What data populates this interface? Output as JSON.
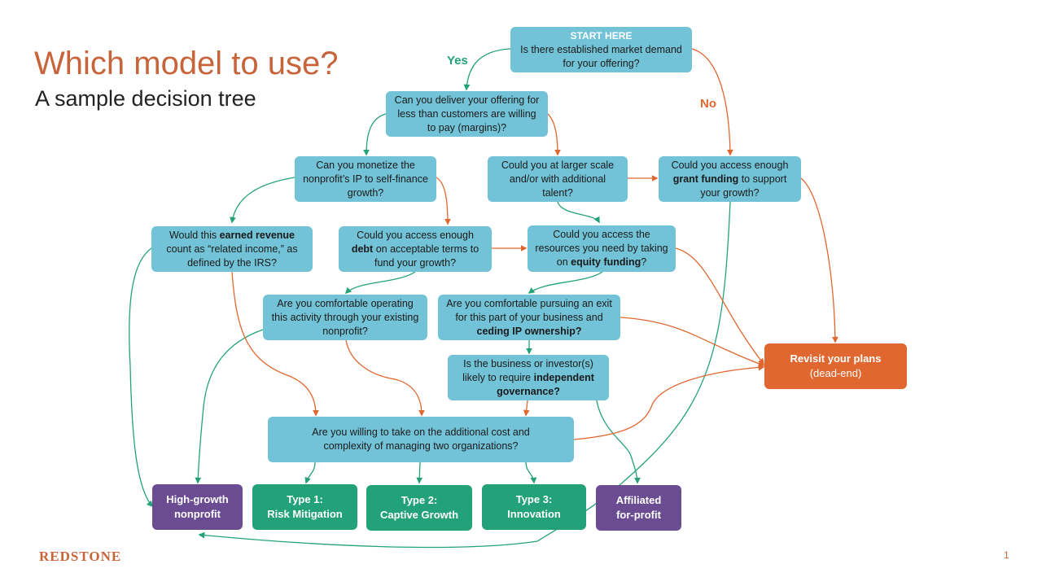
{
  "slide": {
    "title": "Which model to use?",
    "subtitle": "A sample decision tree",
    "brand": "REDSTONE",
    "page_number": "1"
  },
  "colors": {
    "title": "#c8643a",
    "question_box": "#72c3d7",
    "outcome_purple": "#6b4c93",
    "outcome_green": "#23a27a",
    "dead_end_orange": "#e0672f",
    "yes_arrow": "#23a27a",
    "no_arrow": "#e0672f"
  },
  "edge_labels": {
    "yes": "Yes",
    "no": "No"
  },
  "nodes": {
    "start": {
      "label": "START HERE",
      "text": "Is there established market demand for your offering?"
    },
    "margins": {
      "text": "Can you deliver your offering for less than customers are willing to pay (margins)?"
    },
    "monetize_ip": {
      "text": "Can you monetize the nonprofit’s IP to self-finance growth?"
    },
    "larger_scale": {
      "text": "Could you at larger scale and/or with additional talent?"
    },
    "grant": {
      "pre": "Could you access enough ",
      "bold": "grant funding",
      "post": " to support your growth?"
    },
    "earned_revenue": {
      "pre": "Would this ",
      "bold": "earned revenue",
      "post": " count as “related income,” as defined by the IRS?"
    },
    "debt": {
      "pre": "Could you access enough ",
      "bold": "debt",
      "post": " on acceptable terms to fund your growth?"
    },
    "equity": {
      "pre": "Could you access the resources you need by taking on ",
      "bold": "equity funding",
      "post": "?"
    },
    "comfortable_nonprofit": {
      "text": "Are you comfortable operating this activity through your existing nonprofit?"
    },
    "exit": {
      "pre": "Are you comfortable pursuing an exit for this part of your business and ",
      "bold": "ceding IP ownership?",
      "post": ""
    },
    "governance": {
      "pre": "Is the business or investor(s) likely to require ",
      "bold": "independent governance?",
      "post": ""
    },
    "two_orgs": {
      "text": "Are you willing to take on the additional cost and complexity of managing two organizations?"
    },
    "revisit": {
      "title": "Revisit your plans",
      "sub": "(dead-end)"
    }
  },
  "outcomes": [
    {
      "line1": "High-growth",
      "line2": "nonprofit"
    },
    {
      "line1": "Type 1:",
      "line2": "Risk Mitigation"
    },
    {
      "line1": "Type 2:",
      "line2": "Captive Growth"
    },
    {
      "line1": "Type 3:",
      "line2": "Innovation"
    },
    {
      "line1": "Affiliated",
      "line2": "for-profit"
    }
  ]
}
